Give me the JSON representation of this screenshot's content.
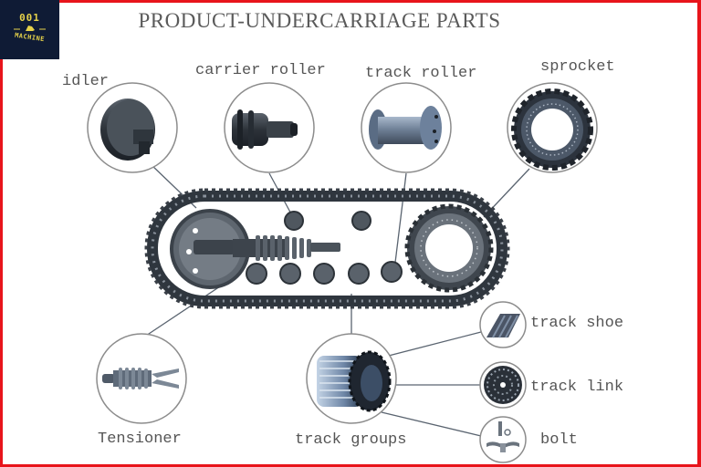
{
  "logo": {
    "number": "001",
    "name": "MACHINE",
    "background": "#0f1b35",
    "text_color": "#e6d24a",
    "icon": "excavator-icon"
  },
  "title": "PRODUCT-UNDERCARRIAGE PARTS",
  "frame_color": "#e8141b",
  "parts": [
    {
      "id": "idler",
      "label": "idler",
      "icon": "idler-wheel-icon"
    },
    {
      "id": "carrier-roller",
      "label": "carrier roller",
      "icon": "carrier-roller-icon"
    },
    {
      "id": "track-roller",
      "label": "track roller",
      "icon": "track-roller-icon"
    },
    {
      "id": "sprocket",
      "label": "sprocket",
      "icon": "sprocket-icon"
    },
    {
      "id": "tensioner",
      "label": "Tensioner",
      "icon": "tensioner-spring-icon"
    },
    {
      "id": "track-groups",
      "label": "track groups",
      "icon": "track-groups-icon"
    },
    {
      "id": "track-shoe",
      "label": "track shoe",
      "icon": "track-shoe-icon"
    },
    {
      "id": "track-link",
      "label": "track link",
      "icon": "track-link-icon"
    },
    {
      "id": "bolt",
      "label": "bolt",
      "icon": "bolt-icon"
    }
  ],
  "center_image": "crawler-undercarriage-assembly"
}
